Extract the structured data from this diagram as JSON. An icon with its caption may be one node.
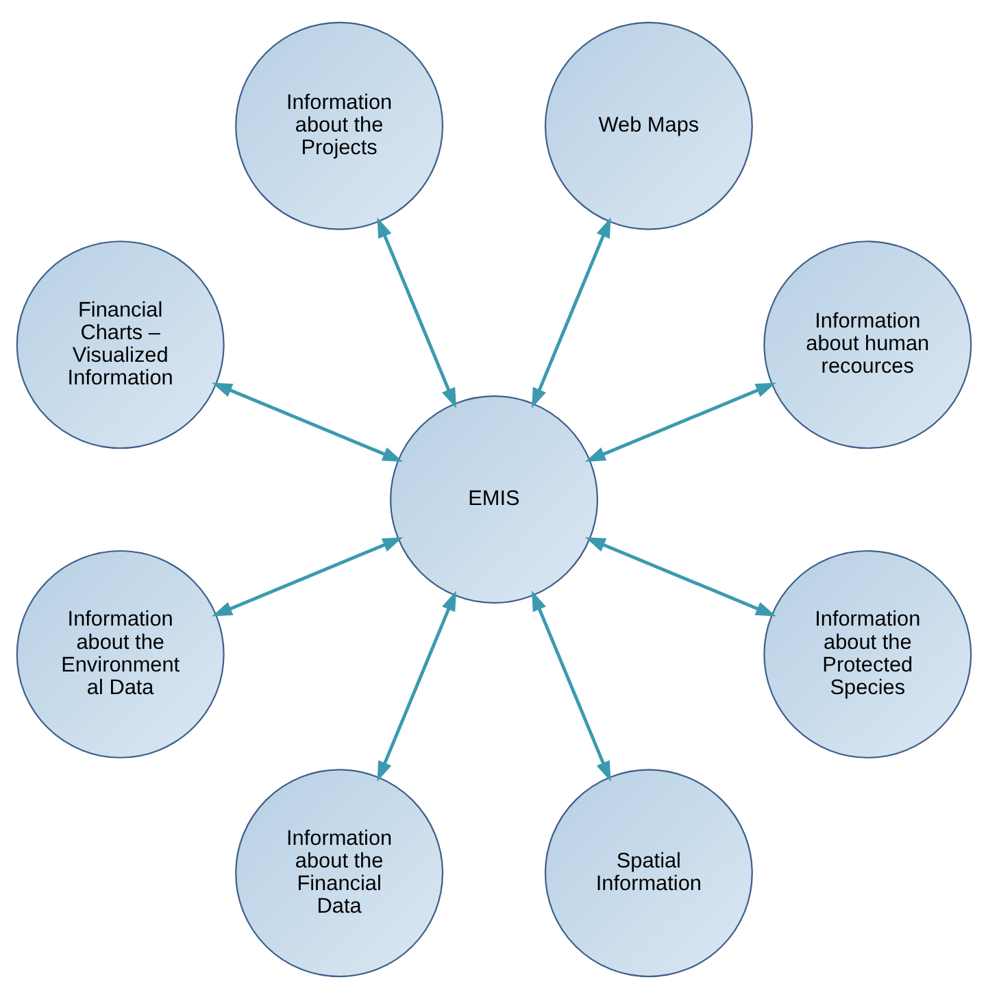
{
  "diagram": {
    "nodes": [
      {
        "text": [
          "Information about human recources"
        ]
      },
      {
        "text": [
          "Web Maps"
        ]
      },
      {
        "text": [
          "Information about the Projects"
        ]
      },
      {
        "text": [
          "Financial Charts – Visualized Information"
        ]
      },
      {
        "text": [
          "EMIS"
        ]
      },
      {
        "text": [
          "Information about the Environment al Data"
        ]
      },
      {
        "text": [
          "Information about the Financial Data"
        ]
      },
      {
        "text": [
          "Spatial Information"
        ]
      },
      {
        "text": [
          "Information about the Protected Species"
        ]
      }
    ],
    "edges": [
      {
        "from": 4,
        "to": 0,
        "arrow": "both"
      },
      {
        "from": 4,
        "to": 2,
        "arrow": "both"
      },
      {
        "from": 4,
        "to": 5,
        "arrow": "both"
      },
      {
        "from": 4,
        "to": 7,
        "arrow": "both"
      },
      {
        "from": 4,
        "to": 8,
        "arrow": "both"
      },
      {
        "from": 4,
        "to": 6,
        "arrow": "both"
      },
      {
        "from": 4,
        "to": 3,
        "arrow": "both"
      },
      {
        "from": 4,
        "to": 1,
        "arrow": "both"
      }
    ]
  }
}
